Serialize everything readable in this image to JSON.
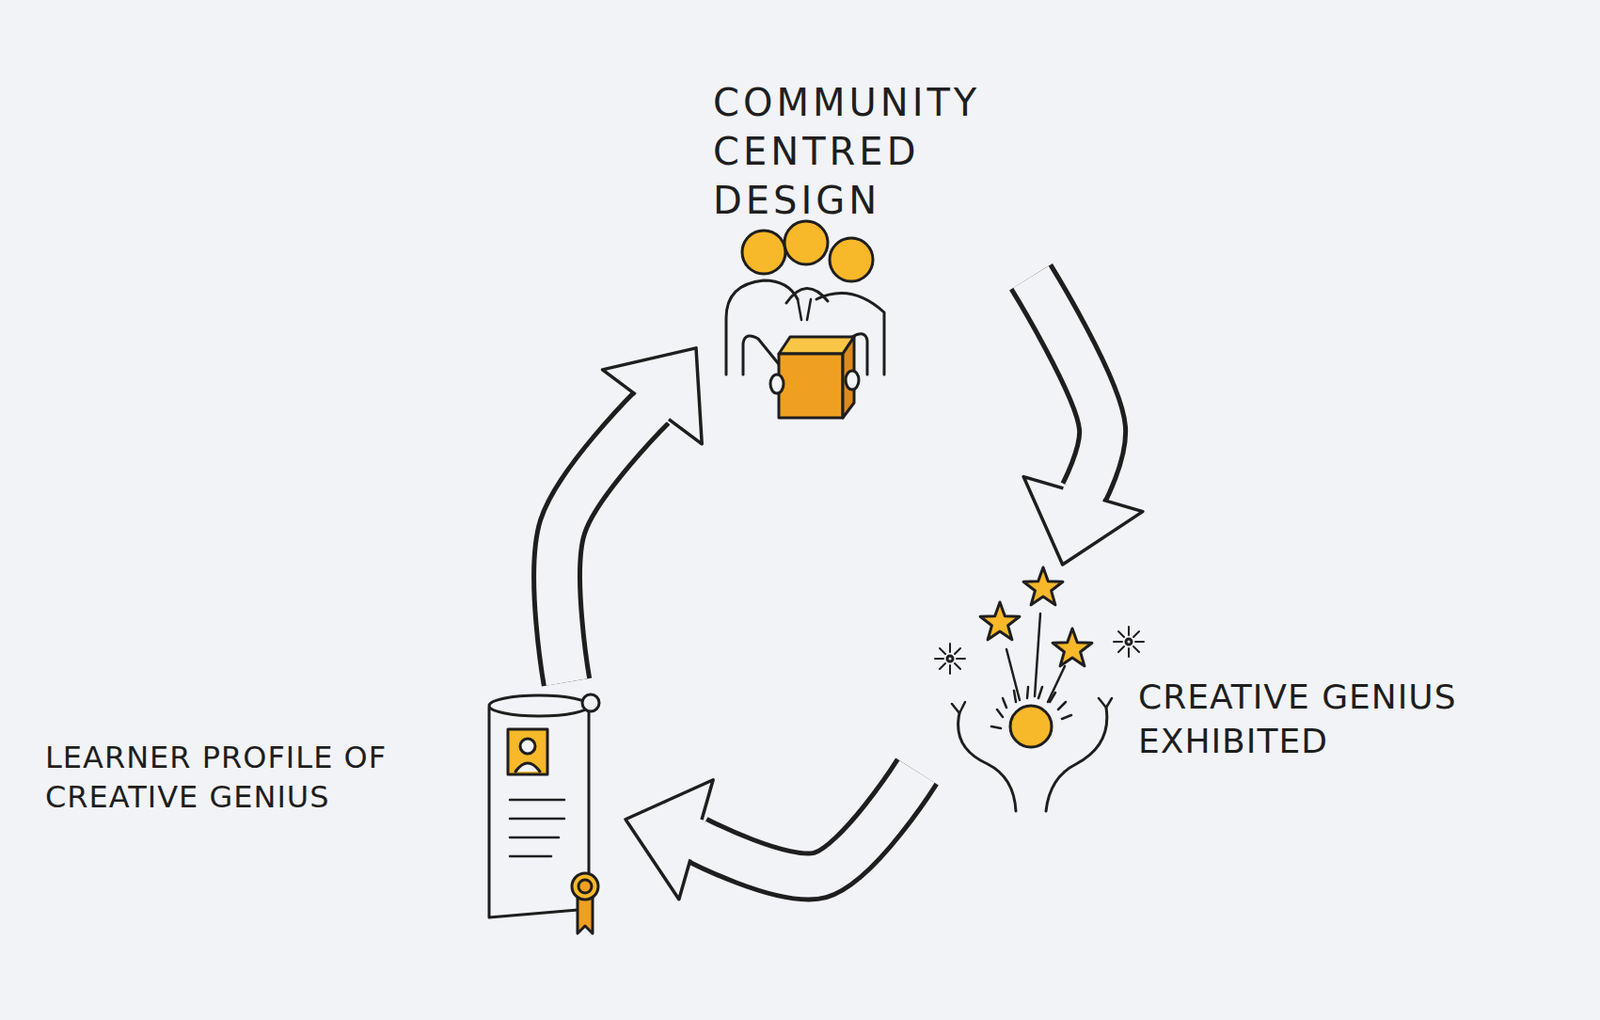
{
  "diagram": {
    "nodes": [
      {
        "text": [
          "COMMUNITY CENTRED DESIGN"
        ]
      },
      {
        "text": [
          "CREATIVE GENIUS EXHIBITED"
        ]
      },
      {
        "text": [
          "LEARNER PROFILE OF CREATIVE GENIUS"
        ]
      }
    ],
    "edges": [
      {
        "from": 0,
        "to": 1,
        "arrow": "to"
      },
      {
        "from": 1,
        "to": 2,
        "arrow": "to"
      },
      {
        "from": 2,
        "to": 0,
        "arrow": "to"
      }
    ]
  }
}
